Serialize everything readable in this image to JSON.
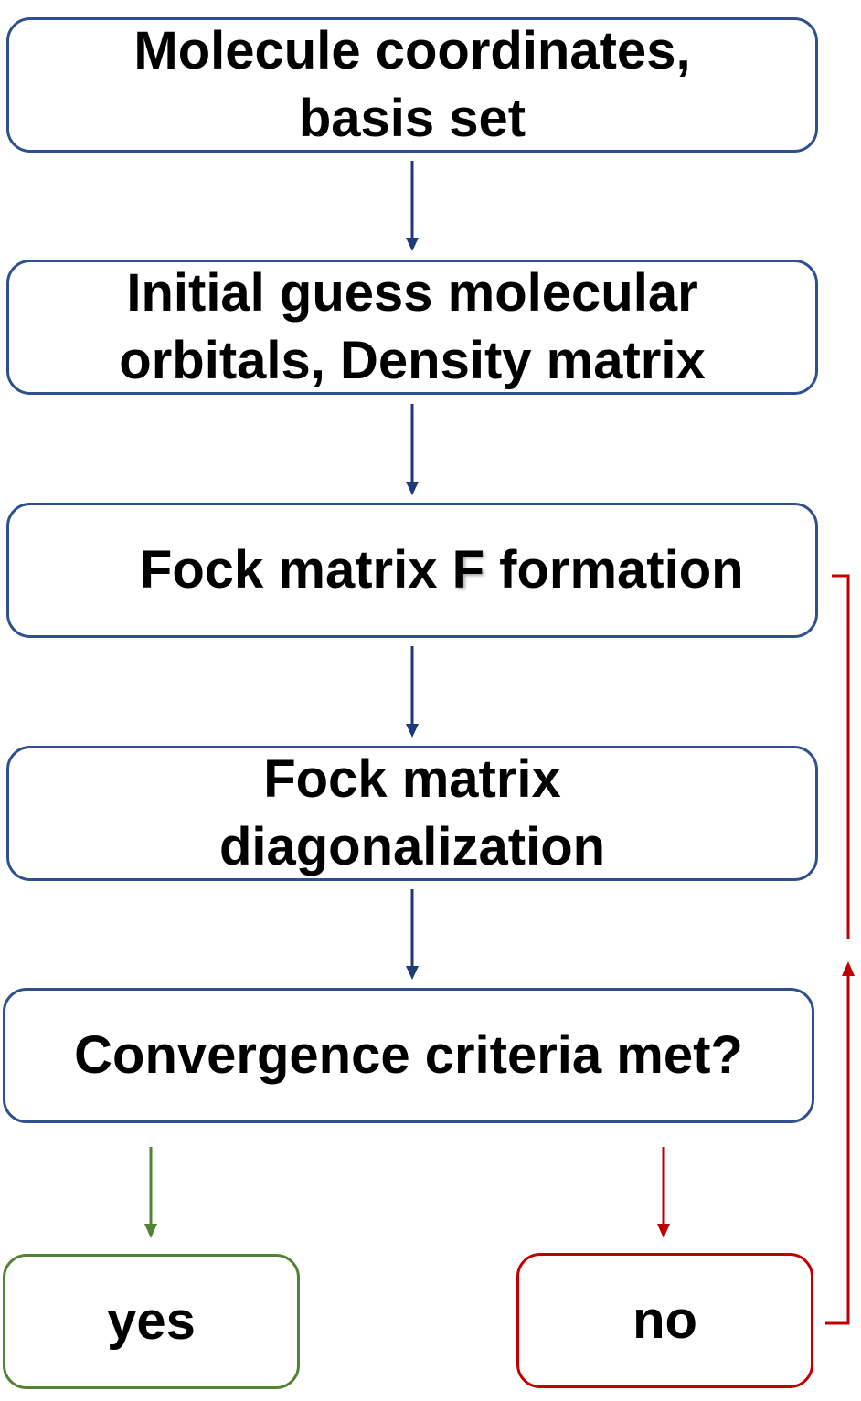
{
  "steps": {
    "input": {
      "line1": "Molecule coordinates,",
      "line2": "basis set"
    },
    "initial_guess": {
      "line1": "Initial guess molecular",
      "line2": "orbitals, Density matrix"
    },
    "fock_formation": {
      "before": "Fock matrix ",
      "symbol": "F",
      "after": " formation"
    },
    "diagonalization": {
      "line1": "Fock matrix",
      "line2": "diagonalization"
    },
    "convergence": {
      "text": "Convergence criteria met?"
    }
  },
  "outcomes": {
    "yes": "yes",
    "no": "no"
  },
  "colors": {
    "box_border": "#2F4F8F",
    "flow_arrow": "#1F3A7A",
    "yes": "#548235",
    "no": "#C00000",
    "text": "#000000"
  }
}
